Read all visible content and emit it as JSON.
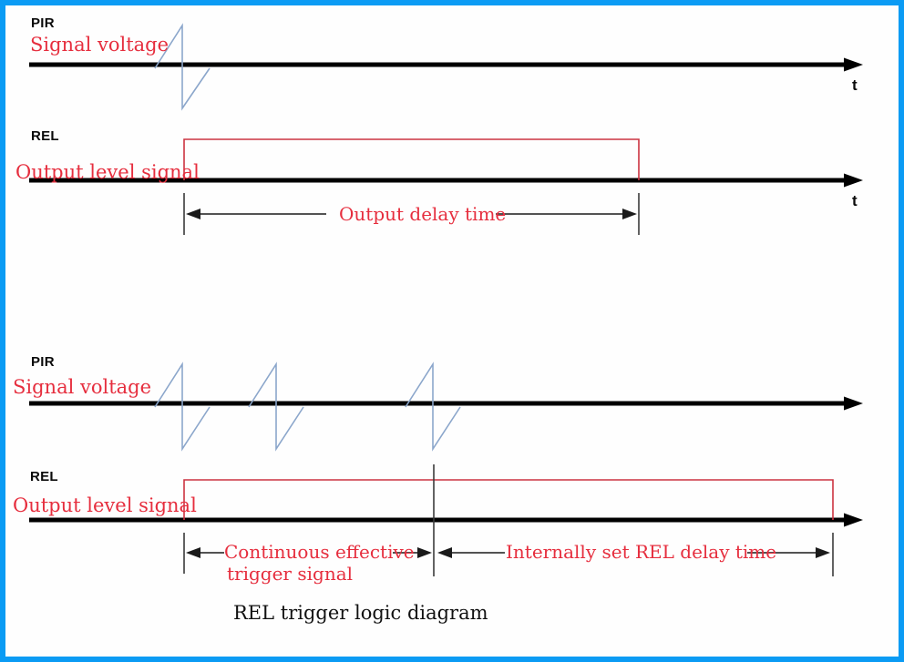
{
  "colors": {
    "border": "#0b9bf4",
    "red_text": "#e62e3e",
    "pulse_red": "#cc3340",
    "spike_blue": "#8ba6cb",
    "axis_black": "#000000",
    "dim_line": "#1a1a1a"
  },
  "top_diagram": {
    "pir_label": "PIR",
    "signal_voltage_label": "Signal voltage",
    "pir_t_label": "t",
    "rel_label": "REL",
    "output_level_label": "Output level signal",
    "rel_t_label": "t",
    "delay_annotation": "Output delay time"
  },
  "bottom_diagram": {
    "pir_label": "PIR",
    "signal_voltage_label": "Signal voltage",
    "rel_label": "REL",
    "output_level_label": "Output level signal",
    "trigger_annotation_line1": "Continuous effective",
    "trigger_annotation_line2": "trigger signal",
    "delay_annotation": "Internally set REL delay time"
  },
  "caption": "REL trigger logic diagram"
}
